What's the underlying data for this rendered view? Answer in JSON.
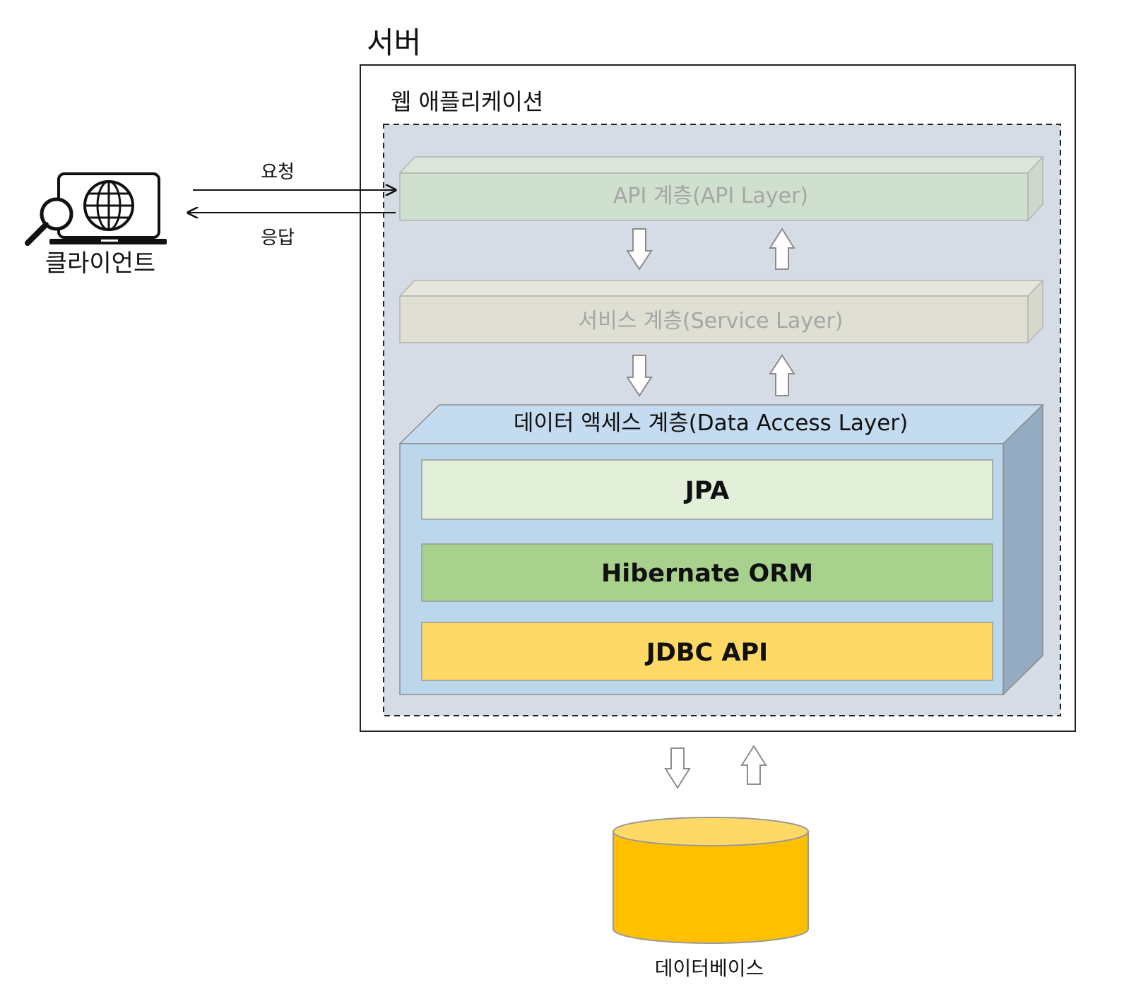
{
  "server": {
    "title": "서버",
    "web_app_title": "웹 애플리케이션"
  },
  "client": {
    "label": "클라이언트",
    "icon": "laptop-globe-search-icon",
    "request_label": "요청",
    "response_label": "응답"
  },
  "layers": {
    "api": "API 계층(API Layer)",
    "service": "서비스 계층(Service Layer)",
    "data_access": "데이터 액세스 계층(Data Access Layer)"
  },
  "stack": {
    "jpa": "JPA",
    "hibernate": "Hibernate ORM",
    "jdbc": "JDBC API"
  },
  "database": {
    "label": "데이터베이스",
    "icon": "database-cylinder-icon"
  },
  "colors": {
    "api_layer": "#cfe0cf",
    "service_layer": "#e0dfd3",
    "data_access_layer": "#bcd6ec",
    "data_access_side": "#94abc1",
    "jpa": "#e2efd9",
    "hibernate": "#a9d18e",
    "jdbc": "#ffd966",
    "database": "#ffc000",
    "database_top": "#ffd966",
    "web_app_background": "#d6dce5"
  }
}
